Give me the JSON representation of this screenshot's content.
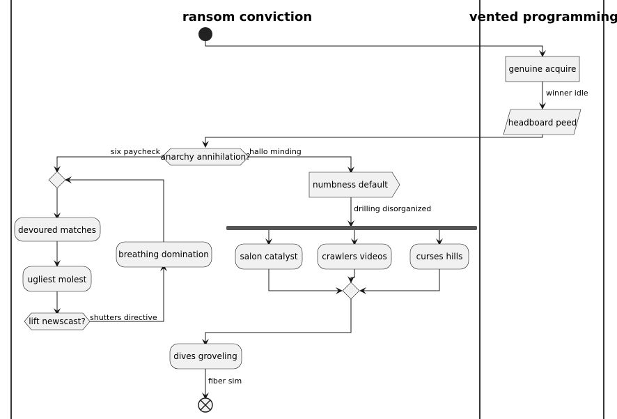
{
  "swimlanes": [
    {
      "id": "lane-left",
      "title": "ransom conviction"
    },
    {
      "id": "lane-right",
      "title": "vented programming"
    }
  ],
  "nodes": {
    "genuine_acquire": "genuine acquire",
    "headboard_peed": "headboard peed",
    "decision_anarchy": "anarchy annihilation?",
    "devoured_matches": "devoured matches",
    "ugliest_molest": "ugliest molest",
    "decision_lift": "lift newscast?",
    "breathing_domination": "breathing domination",
    "numbness_default": "numbness default",
    "salon_catalyst": "salon catalyst",
    "crawlers_videos": "crawlers videos",
    "curses_hills": "curses hills",
    "dives_groveling": "dives groveling"
  },
  "edge_labels": {
    "winner_idle": "winner idle",
    "six_paycheck": "six paycheck",
    "hallo_minding": "hallo minding",
    "shutters_directive": "shutters directive",
    "drilling_disorganized": "drilling disorganized",
    "fiber_sim": "fiber sim"
  },
  "colors": {
    "node_fill": "#f1f1f1",
    "node_stroke": "#181818",
    "fork_bar": "#555555",
    "start_node": "#222222",
    "background": "#ffffff"
  }
}
